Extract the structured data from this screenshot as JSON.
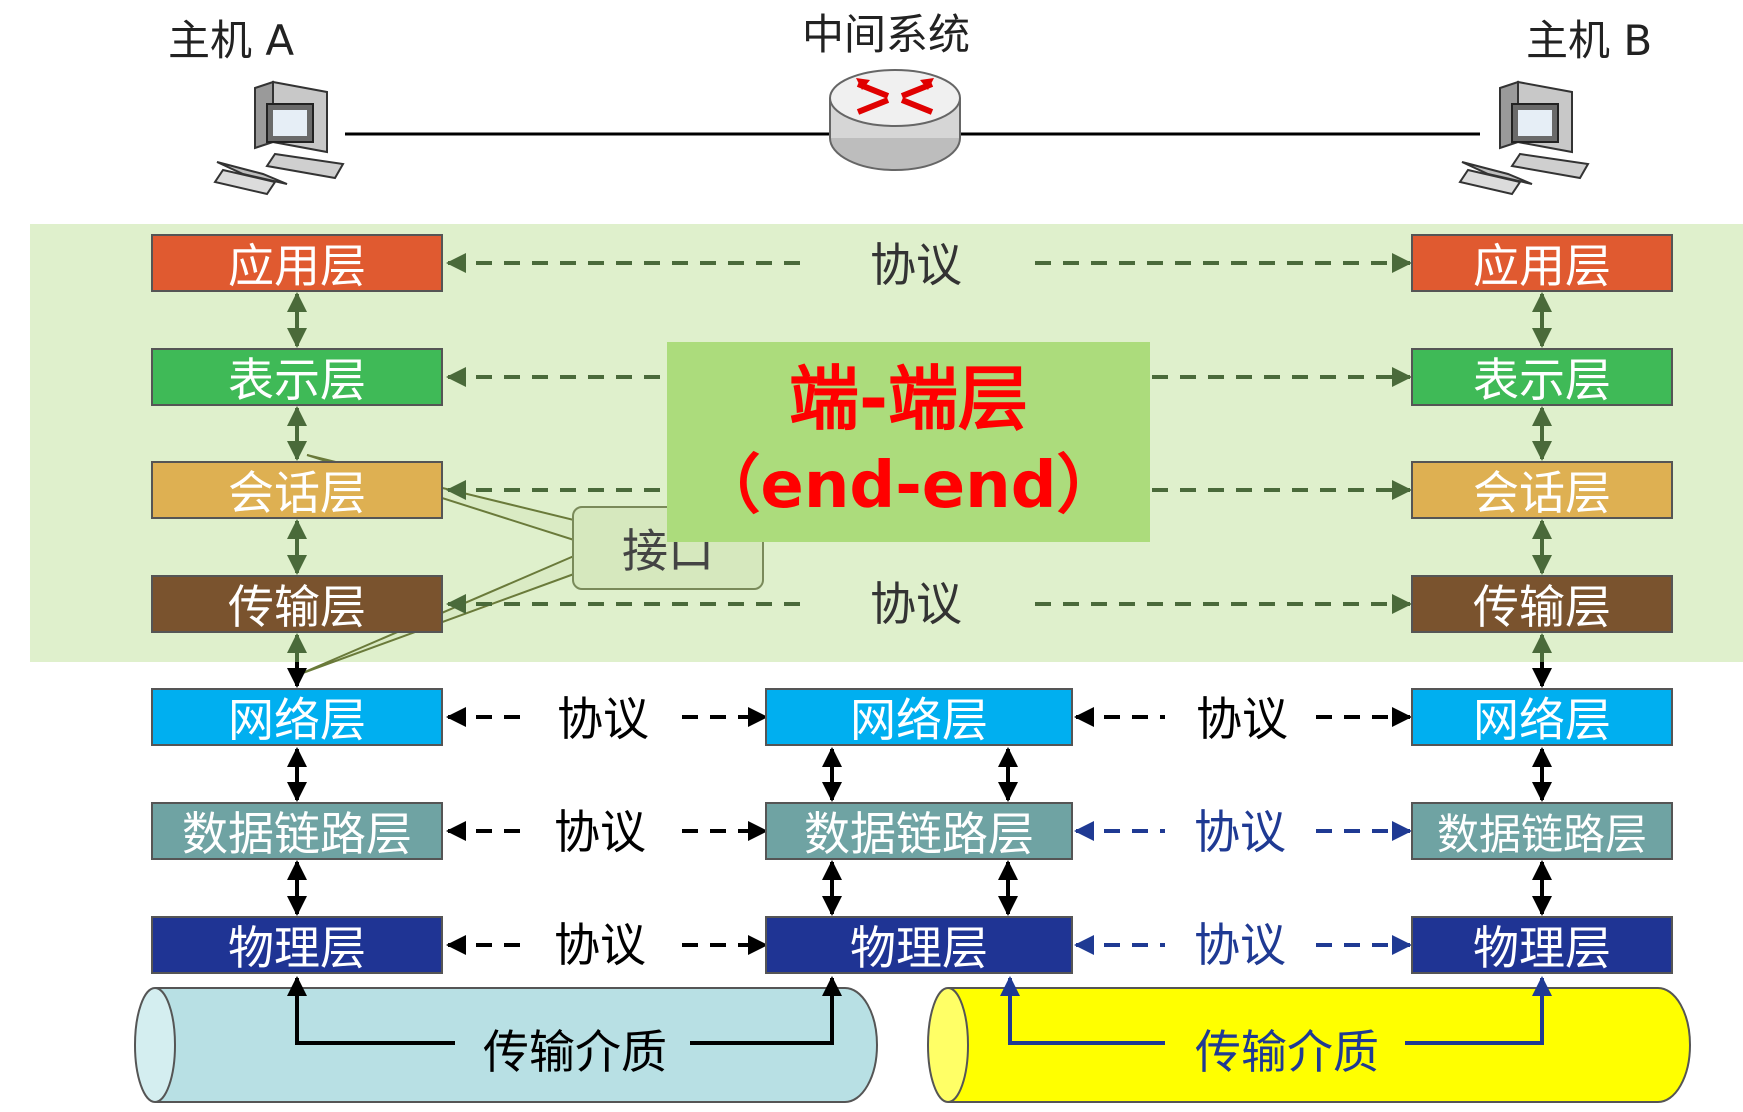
{
  "host_a": {
    "title": "主机 A",
    "icon": "computer-icon"
  },
  "host_b": {
    "title": "主机 B",
    "icon": "computer-icon"
  },
  "middle": {
    "title": "中间系统",
    "icon": "router-icon"
  },
  "end_end_panel": {
    "title": "端-端层",
    "subtitle": "（end-end）"
  },
  "interface_label": "接口",
  "layers": {
    "application": "应用层",
    "presentation": "表示层",
    "session": "会话层",
    "transport": "传输层",
    "network": "网络层",
    "datalink": "数据链路层",
    "physical": "物理层"
  },
  "protocol_label": "协议",
  "medium_label": "传输介质",
  "colors": {
    "application": "#e05a30",
    "presentation": "#3fba57",
    "session": "#deb052",
    "transport": "#7a532e",
    "network": "#00aff0",
    "datalink": "#6fa3a3",
    "physical": "#1f3494",
    "end_end_band": "#dff0cc",
    "end_end_panel": "#acdc7c",
    "medium_left": "#b8e0e4",
    "medium_right": "#ffff00",
    "protocol_blue": "#1f3a93",
    "arrow_green": "#4a6a3a",
    "title_red": "#ff0000"
  }
}
